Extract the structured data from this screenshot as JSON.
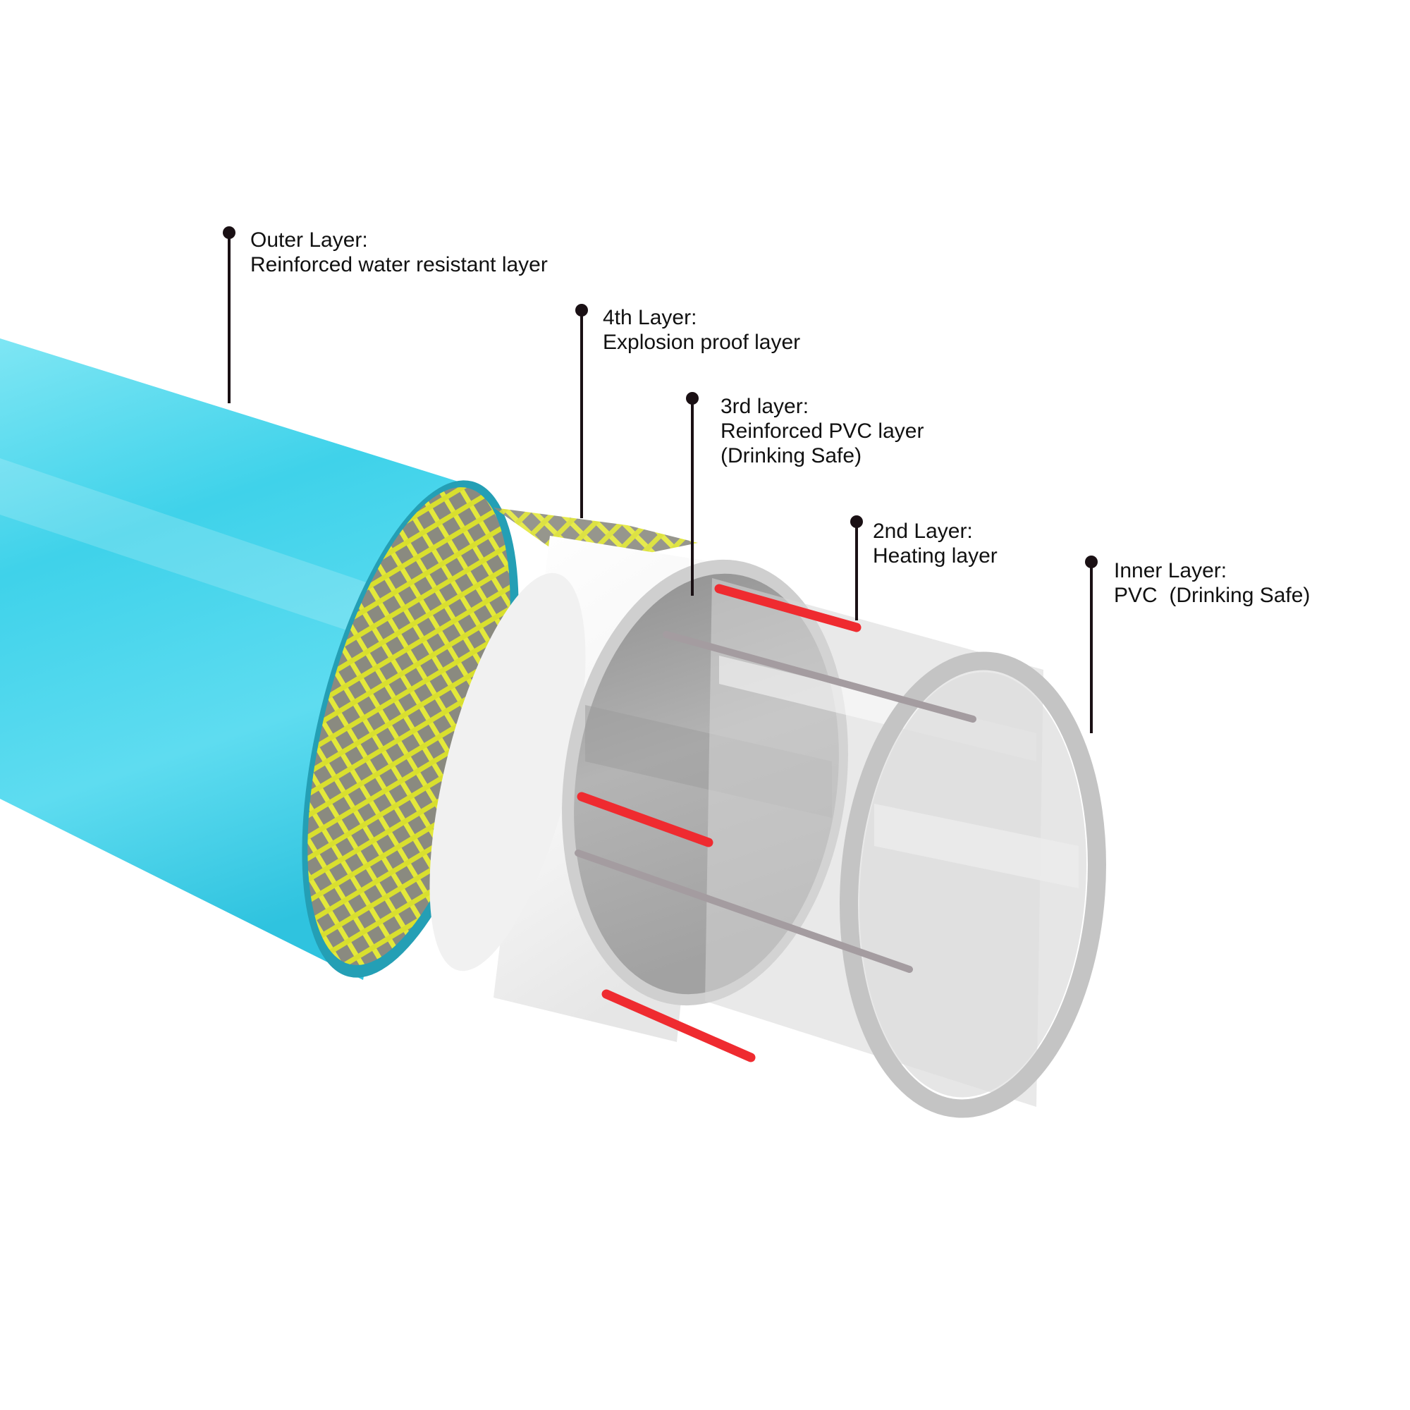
{
  "colors": {
    "outer_cyan": "#3fd2ea",
    "mesh_yellow": "#e3e83a",
    "heating_red": "#ef2b30",
    "callout_ink": "#1a1014",
    "white_layer": "#f4f4f4",
    "clear_pvc": "#d9d9d9"
  },
  "callouts": [
    {
      "id": "outer",
      "lines": [
        "Outer Layer:",
        "Reinforced water resistant layer"
      ]
    },
    {
      "id": "fourth",
      "lines": [
        "4th Layer:",
        "Explosion proof layer"
      ]
    },
    {
      "id": "third",
      "lines": [
        "3rd layer:",
        "Reinforced PVC layer",
        "(Drinking Safe)"
      ]
    },
    {
      "id": "second",
      "lines": [
        "2nd Layer:",
        "Heating layer"
      ]
    },
    {
      "id": "inner",
      "lines": [
        "Inner Layer:",
        "PVC  (Drinking Safe)"
      ]
    }
  ]
}
